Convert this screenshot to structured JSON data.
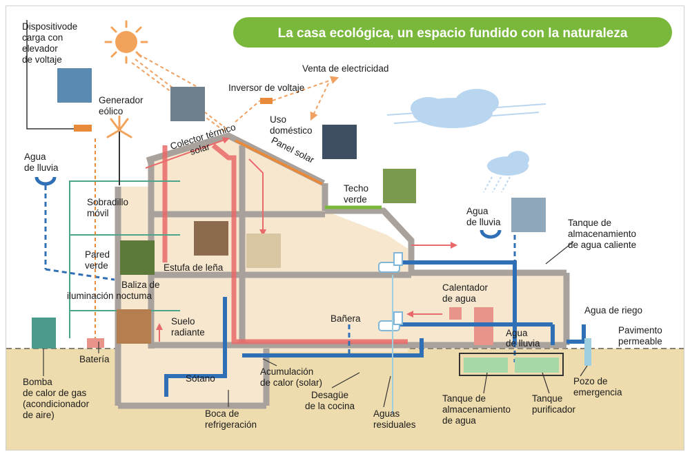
{
  "title": "La casa ecológica, un espacio fundido con la naturaleza",
  "colors": {
    "title_bg": "#7ab83c",
    "wall": "#a9a29c",
    "interior": "#f7e7cf",
    "ground": "#e8cf93",
    "hot_pipe": "#e96a6a",
    "cold_pipe": "#2f6fb5",
    "roof_panel": "#e98a3a"
  },
  "labels": {
    "dispositivo": [
      "Dispositivode",
      "carga con",
      "elevador",
      "de voltaje"
    ],
    "generador": [
      "Generador",
      "eólico"
    ],
    "colector": [
      "Colector térmico",
      "solar"
    ],
    "inversor": "Inversor de voltaje",
    "venta": "Venta de electricidad",
    "uso": [
      "Uso",
      "doméstico"
    ],
    "panel": "Panel solar",
    "agua_lluvia_left": [
      "Agua",
      "de lluvia"
    ],
    "sobradillo": [
      "Sobradillo",
      "móvil"
    ],
    "techo_verde": [
      "Techo",
      "verde"
    ],
    "pared_verde": [
      "Pared",
      "verde"
    ],
    "estufa": "Estufa de leña",
    "baliza": [
      "Baliza de",
      "iluminación noctuma"
    ],
    "suelo": [
      "Suelo",
      "radiante"
    ],
    "bateria": "Batería",
    "bomba": [
      "Bomba",
      "de calor de gas",
      "(acondicionador",
      "de aire)"
    ],
    "sotano": "Sótano",
    "boca": [
      "Boca de",
      "refrigeración"
    ],
    "acumulacion": [
      "Acumulación",
      "de calor (solar)"
    ],
    "banera": "Bañera",
    "desague": [
      "Desagüe",
      "de la cocina"
    ],
    "aguas_residuales": [
      "Aguas",
      "residuales"
    ],
    "agua_lluvia_right": [
      "Agua",
      "de lluvia"
    ],
    "tanque_caliente": [
      "Tanque de",
      "almacenamiento",
      "de agua caliente"
    ],
    "calentador": [
      "Calentador",
      "de agua"
    ],
    "agua_lluvia_tank": [
      "Agua",
      "de lluvia"
    ],
    "agua_riego": "Agua de riego",
    "pavimento": [
      "Pavimento",
      "permeable"
    ],
    "pozo": [
      "Pozo de",
      "emergencia"
    ],
    "tanque_agua": [
      "Tanque de",
      "almacenamiento",
      "de agua"
    ],
    "tanque_purificador": [
      "Tanque",
      "purificador"
    ]
  }
}
